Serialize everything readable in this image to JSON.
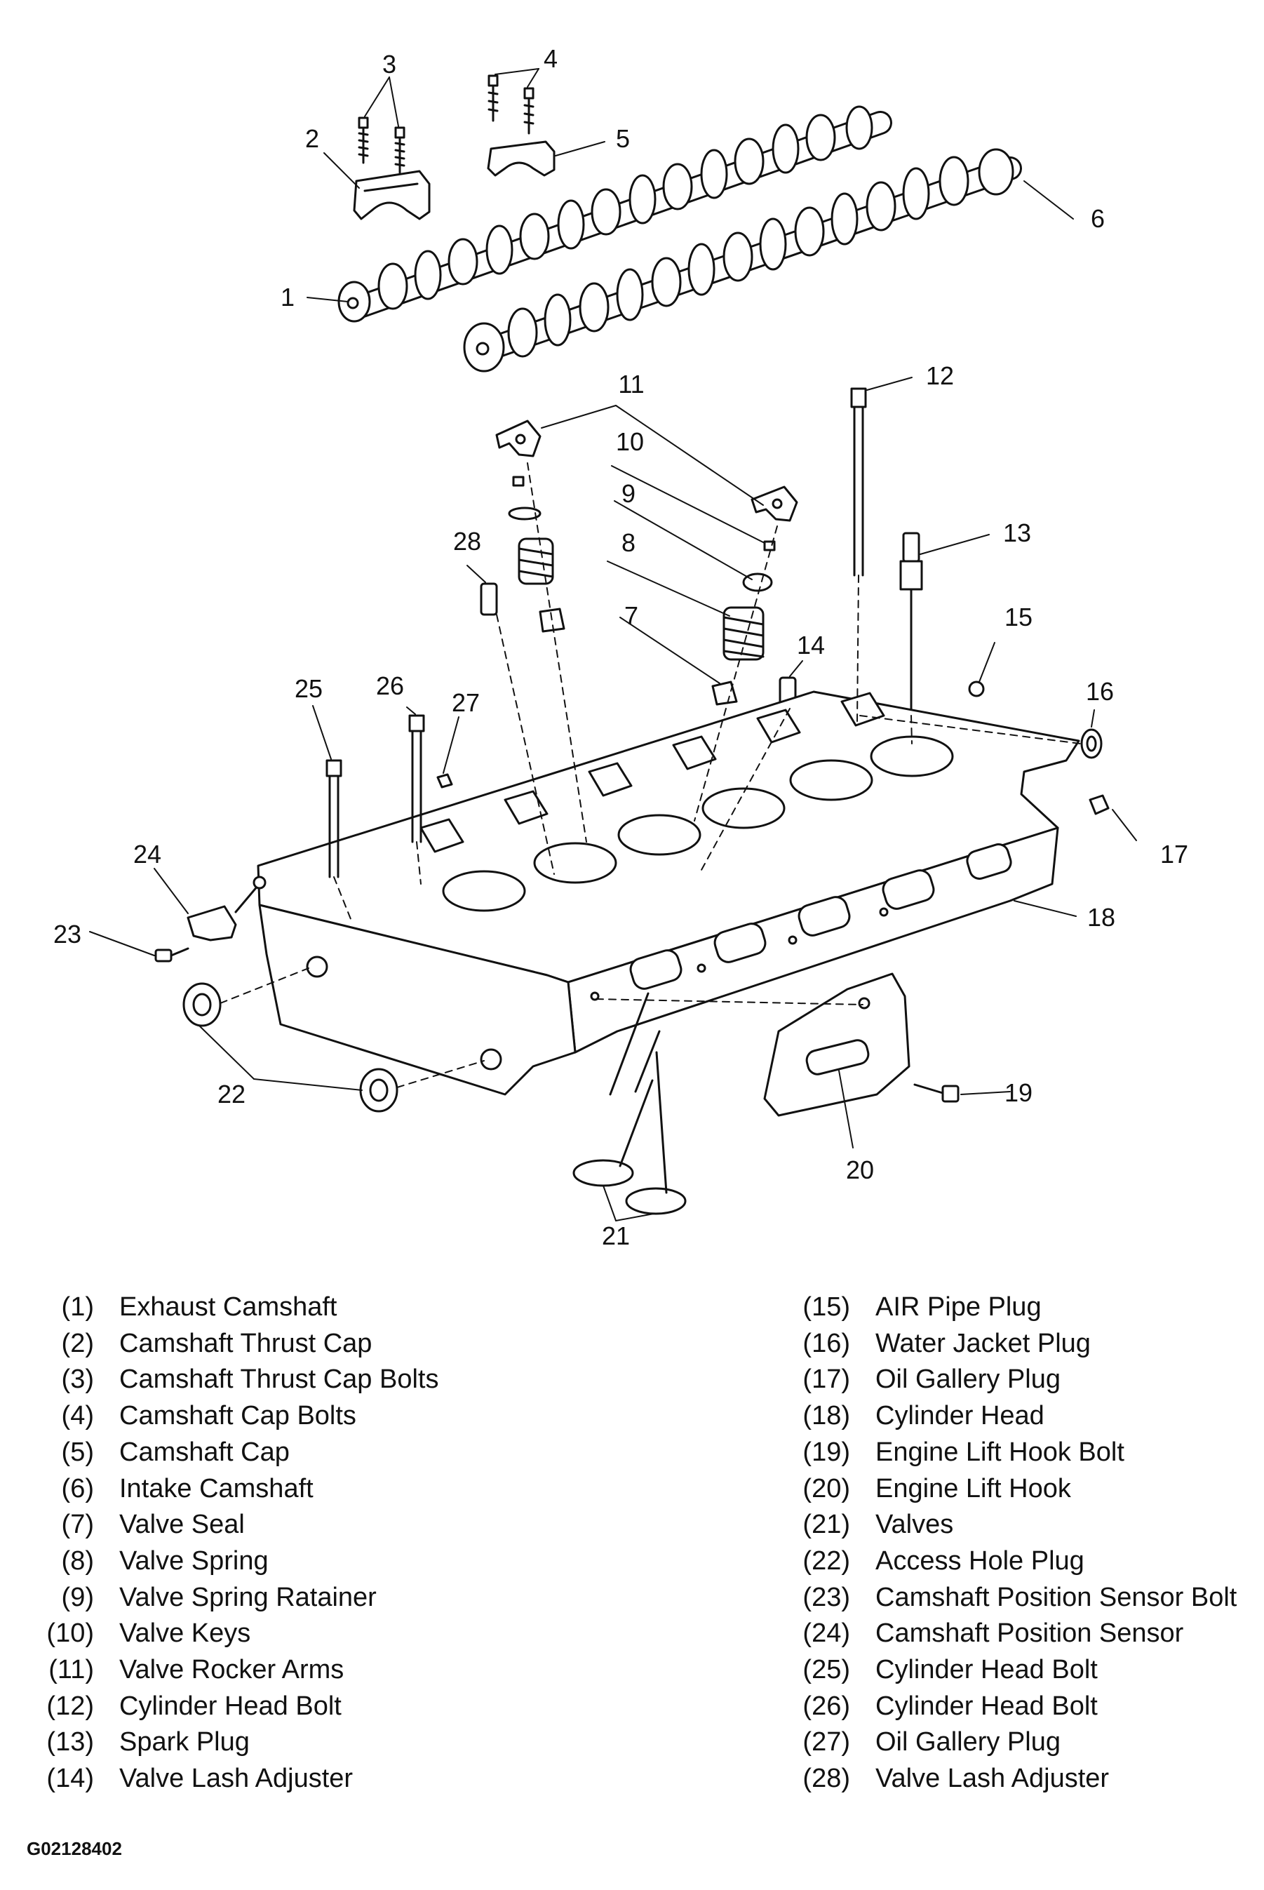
{
  "callouts": [
    {
      "n": "1"
    },
    {
      "n": "2"
    },
    {
      "n": "3"
    },
    {
      "n": "4"
    },
    {
      "n": "5"
    },
    {
      "n": "6"
    },
    {
      "n": "7"
    },
    {
      "n": "8"
    },
    {
      "n": "9"
    },
    {
      "n": "10"
    },
    {
      "n": "11"
    },
    {
      "n": "12"
    },
    {
      "n": "13"
    },
    {
      "n": "14"
    },
    {
      "n": "15"
    },
    {
      "n": "16"
    },
    {
      "n": "17"
    },
    {
      "n": "18"
    },
    {
      "n": "19"
    },
    {
      "n": "20"
    },
    {
      "n": "21"
    },
    {
      "n": "22"
    },
    {
      "n": "23"
    },
    {
      "n": "24"
    },
    {
      "n": "25"
    },
    {
      "n": "26"
    },
    {
      "n": "27"
    },
    {
      "n": "28"
    }
  ],
  "legend_left": [
    {
      "num": "(1)",
      "label": "Exhaust Camshaft"
    },
    {
      "num": "(2)",
      "label": "Camshaft Thrust Cap"
    },
    {
      "num": "(3)",
      "label": "Camshaft Thrust Cap Bolts"
    },
    {
      "num": "(4)",
      "label": "Camshaft Cap Bolts"
    },
    {
      "num": "(5)",
      "label": "Camshaft Cap"
    },
    {
      "num": "(6)",
      "label": "Intake Camshaft"
    },
    {
      "num": "(7)",
      "label": "Valve Seal"
    },
    {
      "num": "(8)",
      "label": "Valve Spring"
    },
    {
      "num": "(9)",
      "label": "Valve Spring Ratainer"
    },
    {
      "num": "(10)",
      "label": "Valve Keys"
    },
    {
      "num": "(11)",
      "label": "Valve Rocker Arms"
    },
    {
      "num": "(12)",
      "label": "Cylinder Head Bolt"
    },
    {
      "num": "(13)",
      "label": "Spark Plug"
    },
    {
      "num": "(14)",
      "label": "Valve Lash Adjuster"
    }
  ],
  "legend_right": [
    {
      "num": "(15)",
      "label": "AIR Pipe Plug"
    },
    {
      "num": "(16)",
      "label": "Water Jacket Plug"
    },
    {
      "num": "(17)",
      "label": "Oil Gallery Plug"
    },
    {
      "num": "(18)",
      "label": "Cylinder Head"
    },
    {
      "num": "(19)",
      "label": "Engine Lift Hook Bolt"
    },
    {
      "num": "(20)",
      "label": "Engine Lift Hook"
    },
    {
      "num": "(21)",
      "label": "Valves"
    },
    {
      "num": "(22)",
      "label": "Access Hole Plug"
    },
    {
      "num": "(23)",
      "label": "Camshaft Position Sensor Bolt"
    },
    {
      "num": "(24)",
      "label": "Camshaft Position Sensor"
    },
    {
      "num": "(25)",
      "label": "Cylinder Head Bolt"
    },
    {
      "num": "(26)",
      "label": "Cylinder Head Bolt"
    },
    {
      "num": "(27)",
      "label": "Oil Gallery Plug"
    },
    {
      "num": "(28)",
      "label": "Valve Lash Adjuster"
    }
  ],
  "figure_id": "G02128402"
}
